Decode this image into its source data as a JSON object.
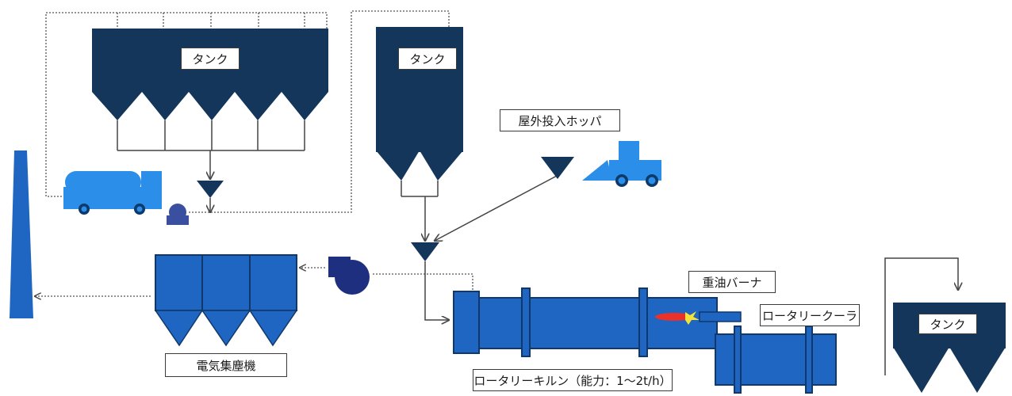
{
  "labels": {
    "tank_large": "タンク",
    "tank_tall": "タンク",
    "tank_right": "タンク",
    "outdoor_hopper": "屋外投入ホッパ",
    "heavy_oil_burner": "重油バーナ",
    "rotary_cooler": "ロータリークーラ",
    "rotary_kiln": "ロータリーキルン（能力：1～2t/h）",
    "electrostatic_precipitator": "電気集塵機"
  },
  "colors": {
    "navy": "#13365a",
    "blue": "#1f66c2",
    "tanker_blue": "#2b8ee8",
    "flame_red": "#e8322a",
    "flame_yellow": "#f4e23a",
    "line": "#4a4a4a"
  }
}
